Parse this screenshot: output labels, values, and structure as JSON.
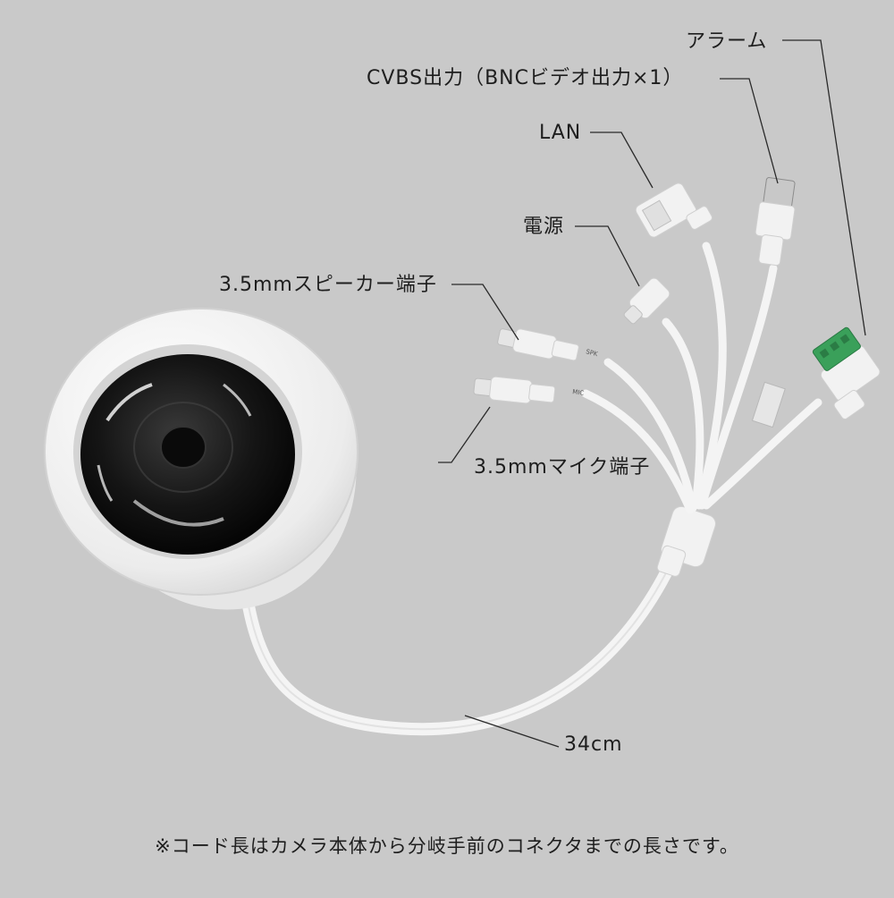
{
  "labels": {
    "alarm": "アラーム",
    "cvbs": "CVBS出力（BNCビデオ出力×1）",
    "lan": "LAN",
    "power": "電源",
    "speaker": "3.5mmスピーカー端子",
    "mic": "3.5mmマイク端子",
    "cable_length": "34cm"
  },
  "connector_tags": {
    "speaker_tag": "SPK",
    "mic_tag": "MIC"
  },
  "footnote": "※コード長はカメラ本体から分岐手前のコネクタまでの長さです。",
  "colors": {
    "background": "#c9c9c9",
    "camera_body": "#f2f2f2",
    "dome_dark": "#1a1a1a",
    "cable": "#f4f4f4",
    "terminal_green": "#3aa05a",
    "leader_line": "#2a2a2a"
  }
}
